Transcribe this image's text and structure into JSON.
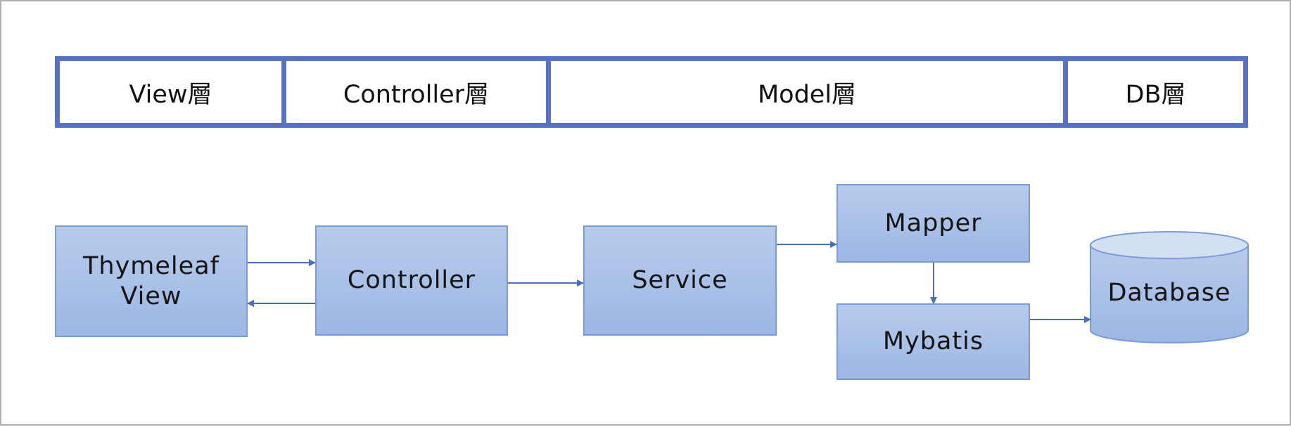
{
  "layers": {
    "view": "View層",
    "controller": "Controller層",
    "model": "Model層",
    "db": "DB層"
  },
  "nodes": {
    "thymeleaf_line1": "Thymeleaf",
    "thymeleaf_line2": "View",
    "controller": "Controller",
    "service": "Service",
    "mapper": "Mapper",
    "mybatis": "Mybatis",
    "database": "Database"
  },
  "colors": {
    "layer_border": "#5672c0",
    "box_fill_top": "#b7cbeb",
    "box_fill_bottom": "#9db7e3",
    "box_border": "#7a9ad8",
    "arrow": "#4a6cc0",
    "cylinder_top": "#d3e0f4"
  }
}
